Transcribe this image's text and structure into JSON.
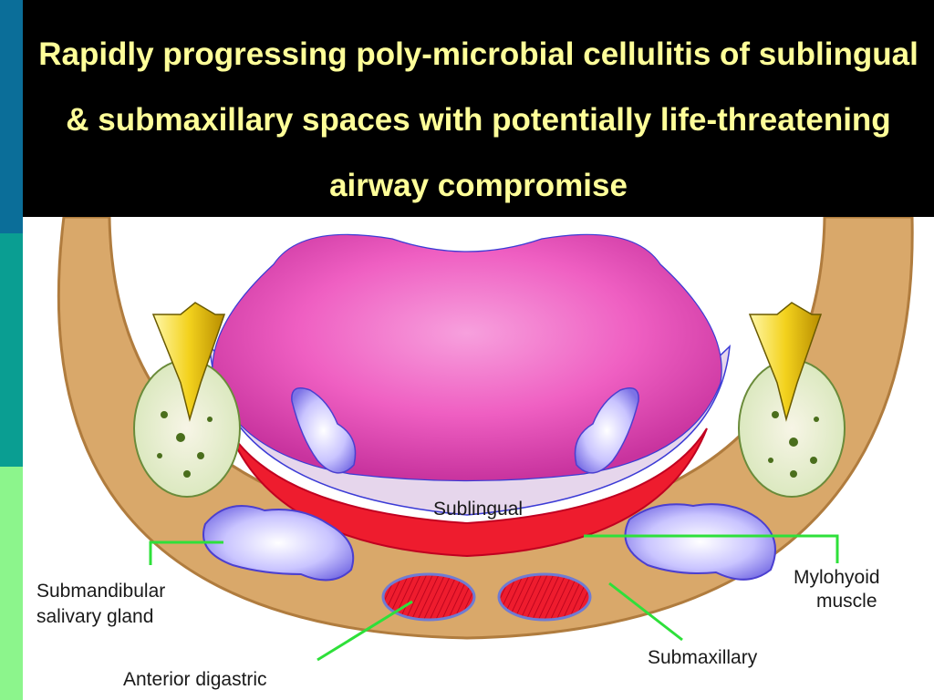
{
  "title": "Rapidly progressing poly-microbial cellulitis of sublingual & submaxillary spaces with potentially life-threatening airway compromise",
  "colors": {
    "sidebar": [
      "#0b6e99",
      "#0a9e92",
      "#8cf58c"
    ],
    "title_background": "#000000",
    "title_text": "#ffff99",
    "bone": "#d9a86a",
    "tongue": "#f05fc3",
    "muscle": "#ee1c2e",
    "gland": "#8f86ef",
    "leader_lines": "#2ee03a"
  },
  "labels": {
    "sublingual": "Sublingual",
    "submandibular_line1": "Submandibular",
    "submandibular_line2": "salivary gland",
    "mylohyoid_line1": "Mylohyoid",
    "mylohyoid_line2": "muscle",
    "anterior_digastric": "Anterior digastric",
    "submaxillary": "Submaxillary"
  },
  "icons": [
    "tooth-icon"
  ]
}
